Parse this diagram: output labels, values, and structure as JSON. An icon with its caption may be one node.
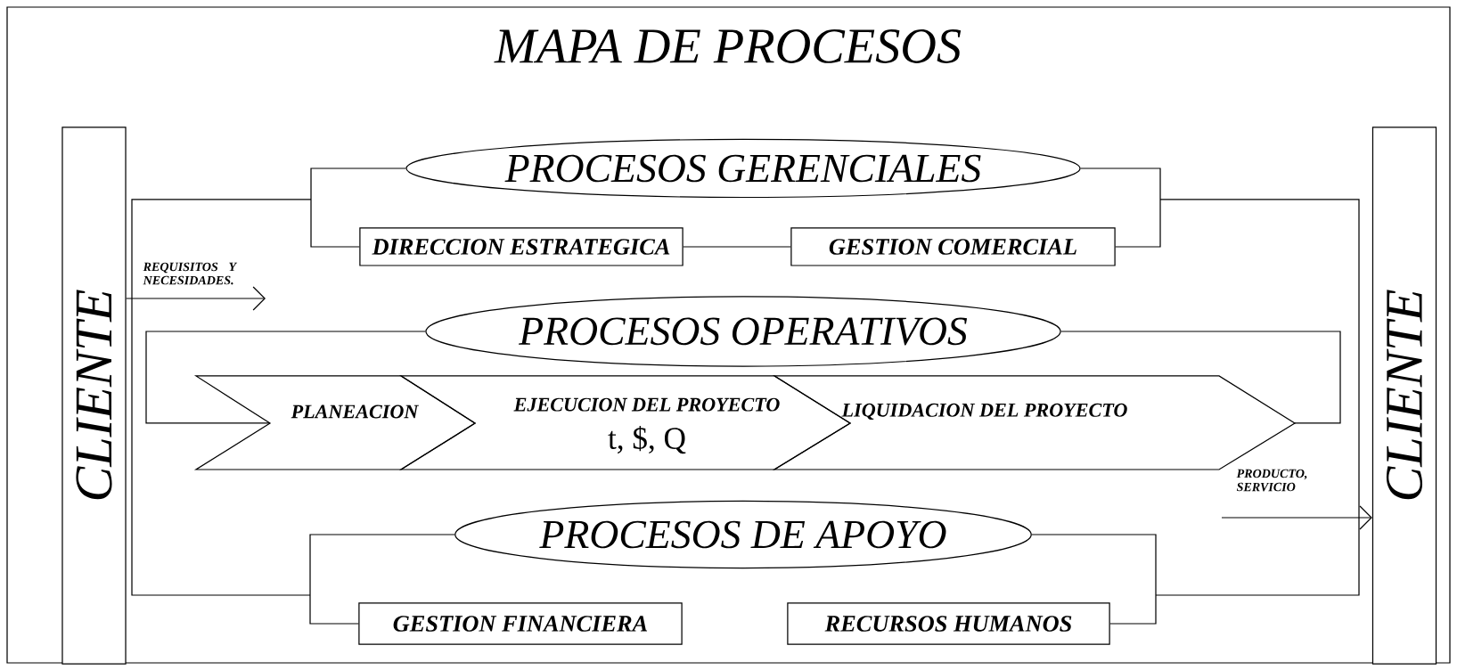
{
  "diagram": {
    "title": "MAPA DE PROCESOS",
    "nodes": [
      {
        "text": [
          "CLIENTE"
        ]
      },
      {
        "text": [
          "PROCESOS GERENCIALES"
        ]
      },
      {
        "text": [
          "DIRECCION ESTRATEGICA"
        ]
      },
      {
        "text": [
          "GESTION COMERCIAL"
        ]
      },
      {
        "text": [
          "PROCESOS OPERATIVOS"
        ]
      },
      {
        "text": [
          "PLANEACION"
        ]
      },
      {
        "text": [
          "EJECUCION DEL PROYECTO",
          "t, $, Q"
        ]
      },
      {
        "text": [
          "LIQUIDACION DEL PROYECTO"
        ]
      },
      {
        "text": [
          "PROCESOS DE APOYO"
        ]
      },
      {
        "text": [
          "GESTION FINANCIERA"
        ]
      },
      {
        "text": [
          "RECURSOS HUMANOS"
        ]
      },
      {
        "text": [
          "CLIENTE"
        ]
      }
    ],
    "edges": [
      {
        "from": 1,
        "to": 2,
        "arrow": "none"
      },
      {
        "from": 1,
        "to": 3,
        "arrow": "none"
      },
      {
        "from": 2,
        "to": 3,
        "arrow": "none"
      },
      {
        "from": 4,
        "to": 5,
        "arrow": "none"
      },
      {
        "from": 4,
        "to": 7,
        "arrow": "none"
      },
      {
        "from": 8,
        "to": 9,
        "arrow": "none"
      },
      {
        "from": 8,
        "to": 10,
        "arrow": "none"
      },
      {
        "from": 0,
        "to": null,
        "arrow": "to",
        "label": "REQUISITOS Y NECESIDADES."
      },
      {
        "from": null,
        "to": 11,
        "arrow": "to",
        "label": "PRODUCTO, SERVICIO"
      }
    ]
  }
}
